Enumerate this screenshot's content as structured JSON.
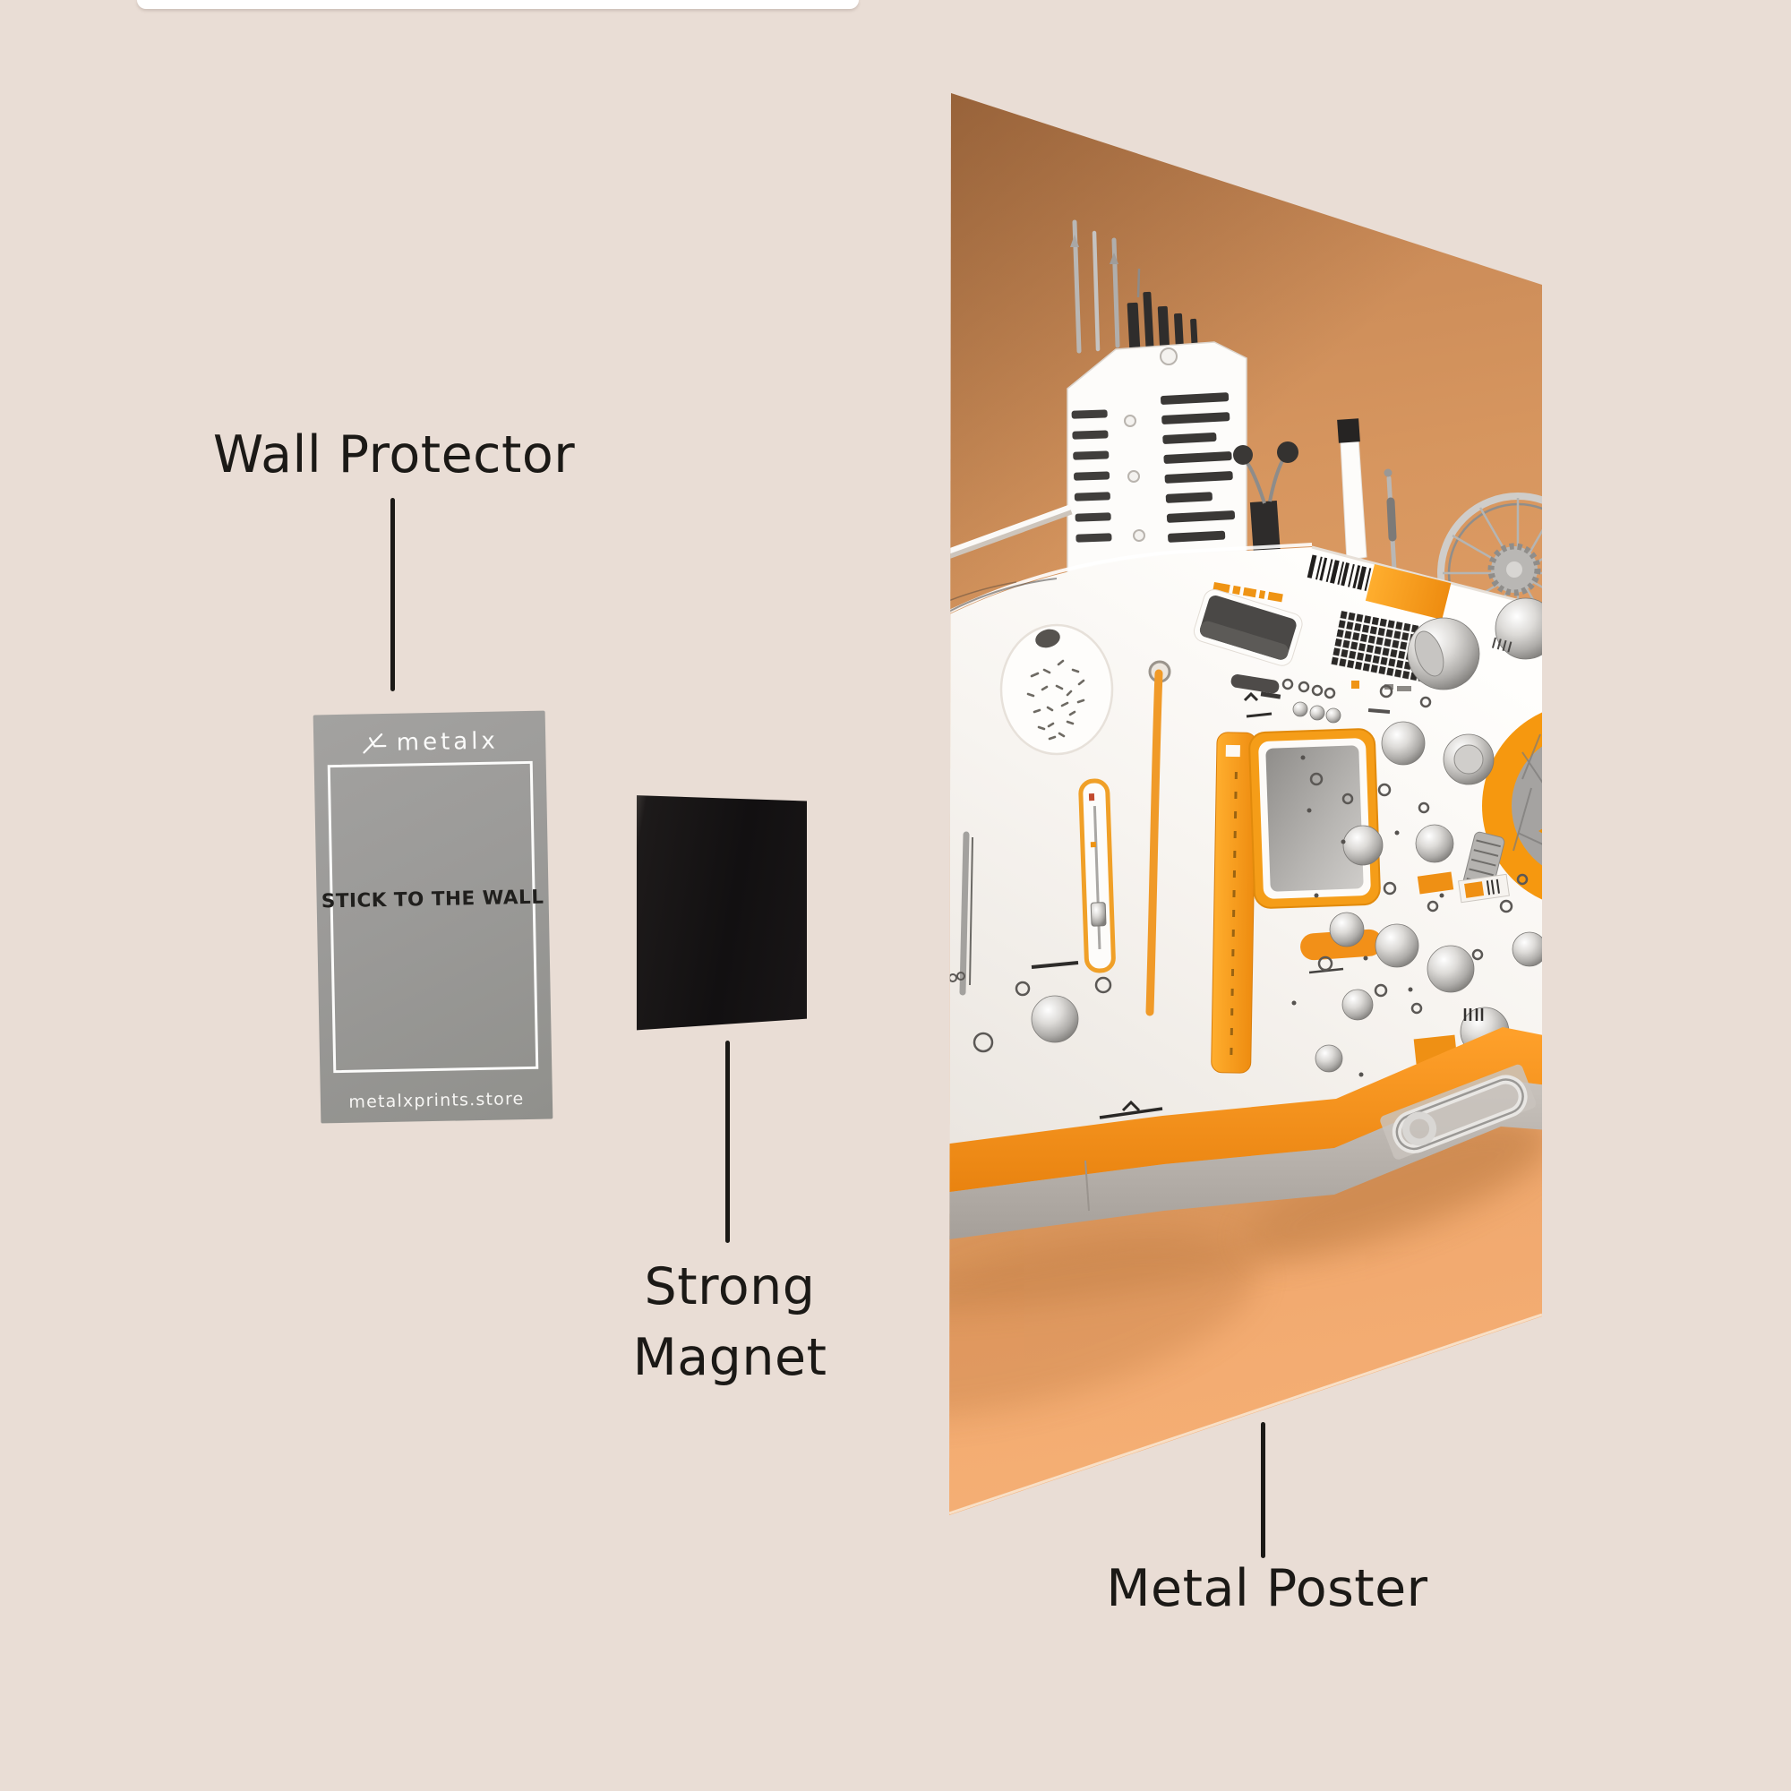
{
  "page": {
    "background_color": "#e9ddd5",
    "top_strip_color": "#ffffff"
  },
  "annotations": {
    "wall_protector": {
      "label": "Wall Protector"
    },
    "strong_magnet": {
      "line1": "Strong",
      "line2": "Magnet"
    },
    "metal_poster": {
      "label": "Metal Poster"
    },
    "pointer_line_color": "#1b1916",
    "text_color": "#1b1916"
  },
  "wall_protector_card": {
    "brand": "metalx",
    "center_text": "STICK TO THE WALL",
    "footer_text": "metalxprints.store",
    "background_color": "#9b9a98",
    "brand_color": "#fbfbfa",
    "center_text_color": "#201f1d",
    "border_color": "#fcfcfb"
  },
  "magnet": {
    "color": "#151213"
  },
  "poster": {
    "wall_color": "#dd9a63",
    "floor_color": "#f3ab71",
    "accent_orange": "#f39115",
    "machine_color": "#f9f7f4",
    "base_gray": "#b9b3ad",
    "screen_gray": "#a9a7a4",
    "grille_color": "#2b2a28"
  }
}
